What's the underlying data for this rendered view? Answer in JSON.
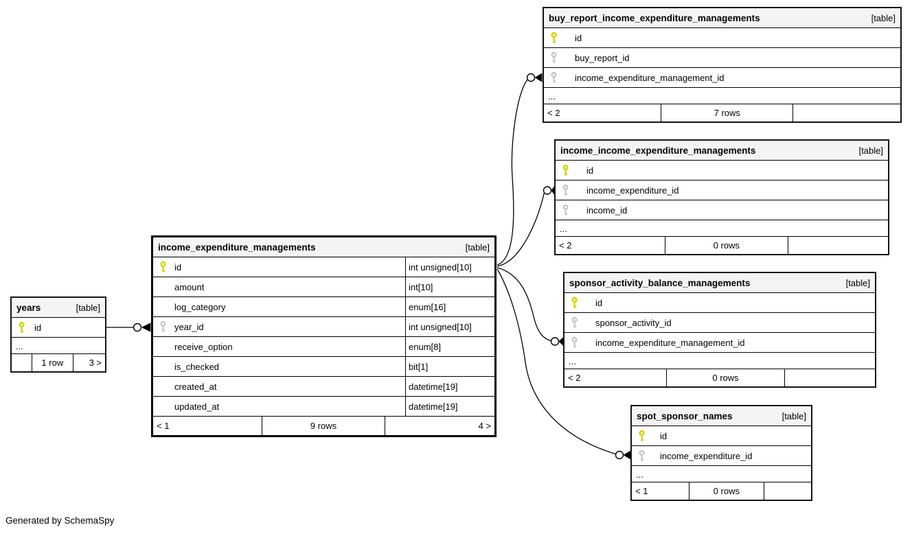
{
  "diagram_note": "Generated by SchemaSpy",
  "colors": {
    "pk_key": "#d6d600",
    "fk_key": "#c9c9c9",
    "header_bg": "#f4f4f4"
  },
  "tables": [
    {
      "id": "buy_report_income_expenditure_managements",
      "name": "buy_report_income_expenditure_managements",
      "tag": "[table]",
      "columns": [
        {
          "name": "id",
          "key": "pk"
        },
        {
          "name": "buy_report_id",
          "key": "fk"
        },
        {
          "name": "income_expenditure_management_id",
          "key": "fk"
        }
      ],
      "ellipsis": "...",
      "footer": {
        "left": "< 2",
        "center": "7 rows",
        "right": ""
      }
    },
    {
      "id": "income_income_expenditure_managements",
      "name": "income_income_expenditure_managements",
      "tag": "[table]",
      "columns": [
        {
          "name": "id",
          "key": "pk"
        },
        {
          "name": "income_expenditure_id",
          "key": "fk"
        },
        {
          "name": "income_id",
          "key": "fk"
        }
      ],
      "ellipsis": "...",
      "footer": {
        "left": "< 2",
        "center": "0 rows",
        "right": ""
      }
    },
    {
      "id": "sponsor_activity_balance_managements",
      "name": "sponsor_activity_balance_managements",
      "tag": "[table]",
      "columns": [
        {
          "name": "id",
          "key": "pk"
        },
        {
          "name": "sponsor_activity_id",
          "key": "fk"
        },
        {
          "name": "income_expenditure_management_id",
          "key": "fk"
        }
      ],
      "ellipsis": "...",
      "footer": {
        "left": "< 2",
        "center": "0 rows",
        "right": ""
      }
    },
    {
      "id": "spot_sponsor_names",
      "name": "spot_sponsor_names",
      "tag": "[table]",
      "columns": [
        {
          "name": "id",
          "key": "pk"
        },
        {
          "name": "income_expenditure_id",
          "key": "fk"
        }
      ],
      "ellipsis": "...",
      "footer": {
        "left": "< 1",
        "center": "0 rows",
        "right": ""
      }
    },
    {
      "id": "income_expenditure_managements",
      "name": "income_expenditure_managements",
      "tag": "[table]",
      "columns": [
        {
          "name": "id",
          "key": "pk",
          "type": "int unsigned[10]"
        },
        {
          "name": "amount",
          "key": null,
          "type": "int[10]"
        },
        {
          "name": "log_category",
          "key": null,
          "type": "enum[16]"
        },
        {
          "name": "year_id",
          "key": "fk",
          "type": "int unsigned[10]"
        },
        {
          "name": "receive_option",
          "key": null,
          "type": "enum[8]"
        },
        {
          "name": "is_checked",
          "key": null,
          "type": "bit[1]"
        },
        {
          "name": "created_at",
          "key": null,
          "type": "datetime[19]"
        },
        {
          "name": "updated_at",
          "key": null,
          "type": "datetime[19]"
        }
      ],
      "ellipsis": null,
      "footer": {
        "left": "< 1",
        "center": "9 rows",
        "right": "4 >"
      }
    },
    {
      "id": "years",
      "name": "years",
      "tag": "[table]",
      "columns": [
        {
          "name": "id",
          "key": "pk"
        }
      ],
      "ellipsis": "...",
      "footer": {
        "left": "",
        "center": "1 row",
        "right": "3 >"
      }
    }
  ],
  "relationships": [
    {
      "from": "years.id",
      "to": "income_expenditure_managements.year_id"
    },
    {
      "from": "income_expenditure_managements.id",
      "to": "buy_report_income_expenditure_managements.income_expenditure_management_id"
    },
    {
      "from": "income_expenditure_managements.id",
      "to": "income_income_expenditure_managements.income_expenditure_id"
    },
    {
      "from": "income_expenditure_managements.id",
      "to": "sponsor_activity_balance_managements.income_expenditure_management_id"
    },
    {
      "from": "income_expenditure_managements.id",
      "to": "spot_sponsor_names.income_expenditure_id"
    }
  ]
}
